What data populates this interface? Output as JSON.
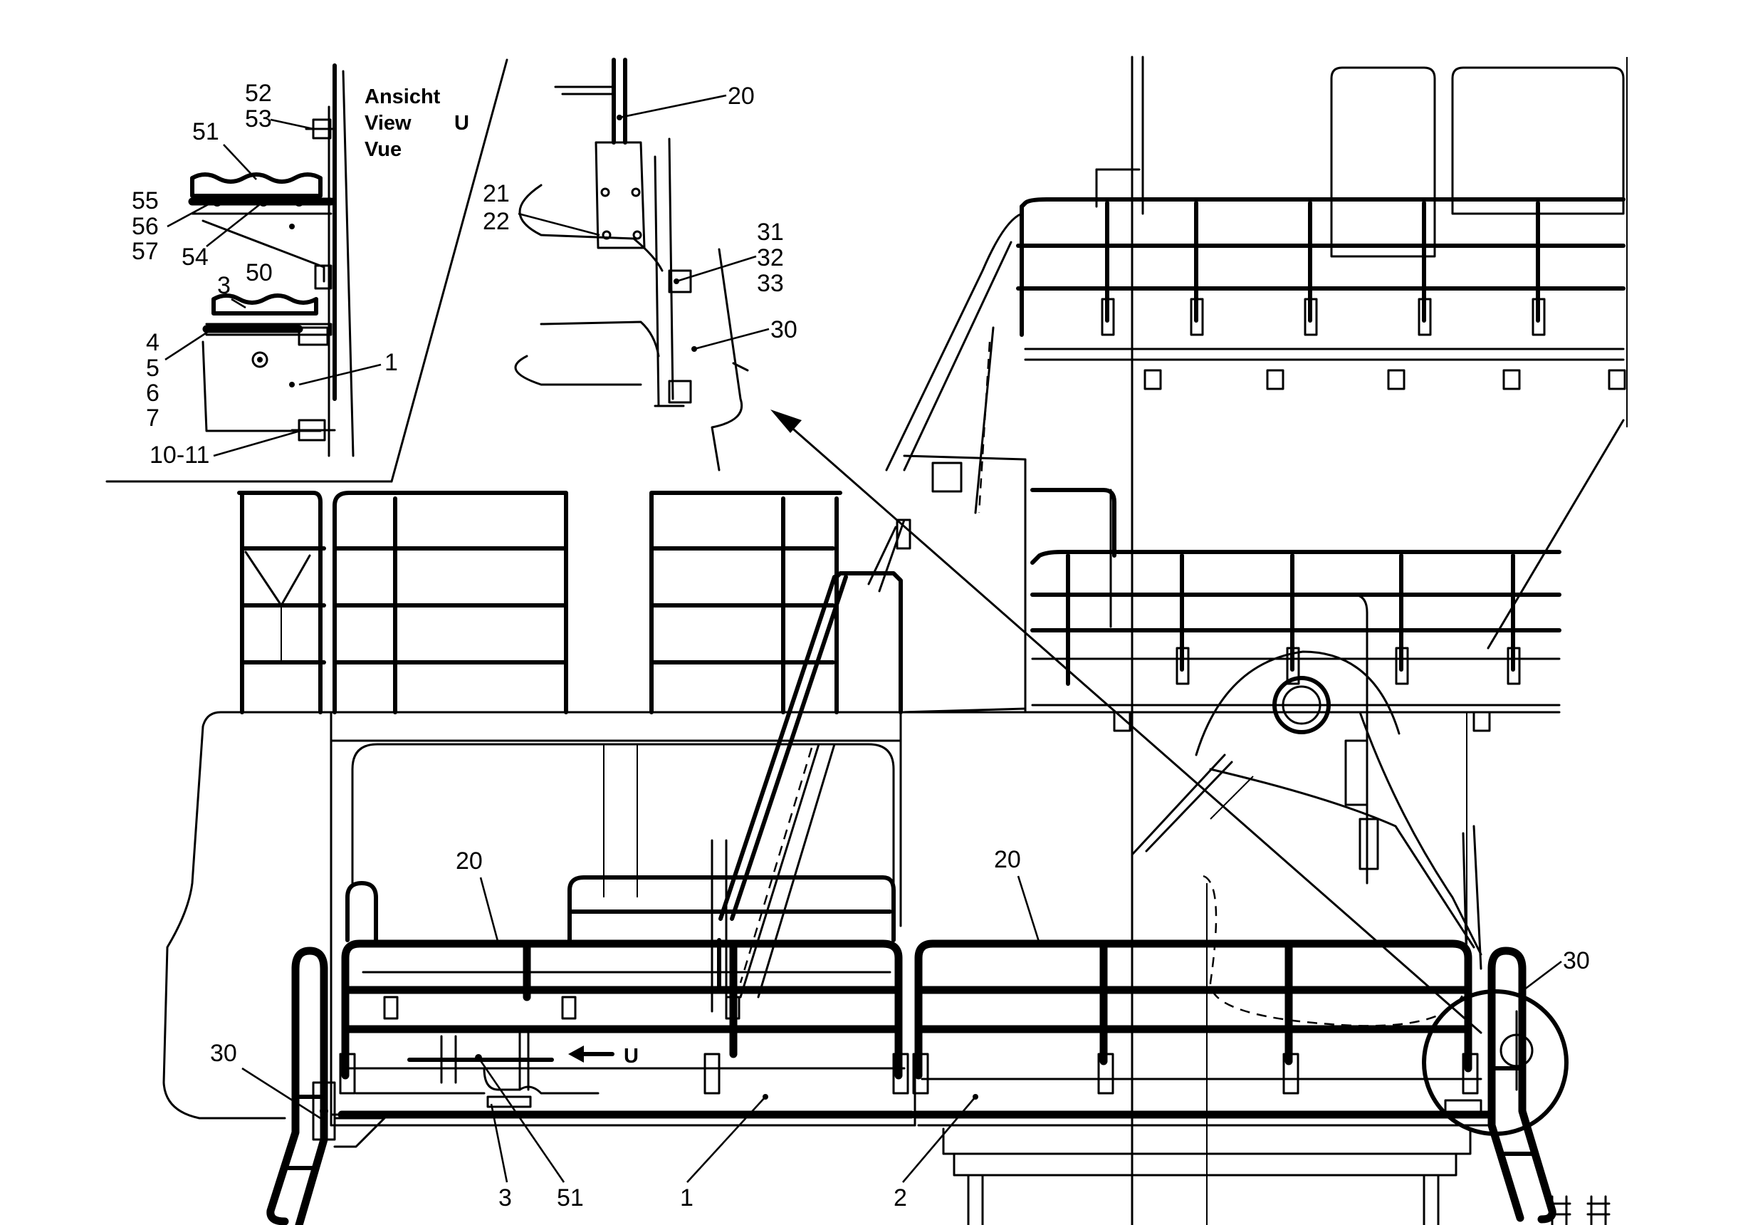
{
  "view_header": {
    "line1": "Ansicht",
    "line2": "View",
    "line3": "Vue",
    "letter": "U"
  },
  "arrow_label": "U",
  "callouts": {
    "detail_u": [
      "52",
      "53",
      "51",
      "55",
      "56",
      "57",
      "54",
      "50",
      "3",
      "4",
      "5",
      "6",
      "7",
      "1",
      "10-11"
    ],
    "detail_top": [
      "20",
      "21",
      "22",
      "31",
      "32",
      "33",
      "30"
    ],
    "main": [
      "20",
      "20",
      "30",
      "30",
      "3",
      "51",
      "1",
      "2"
    ]
  },
  "colors": {
    "ink": "#000000",
    "paper": "#ffffff"
  }
}
